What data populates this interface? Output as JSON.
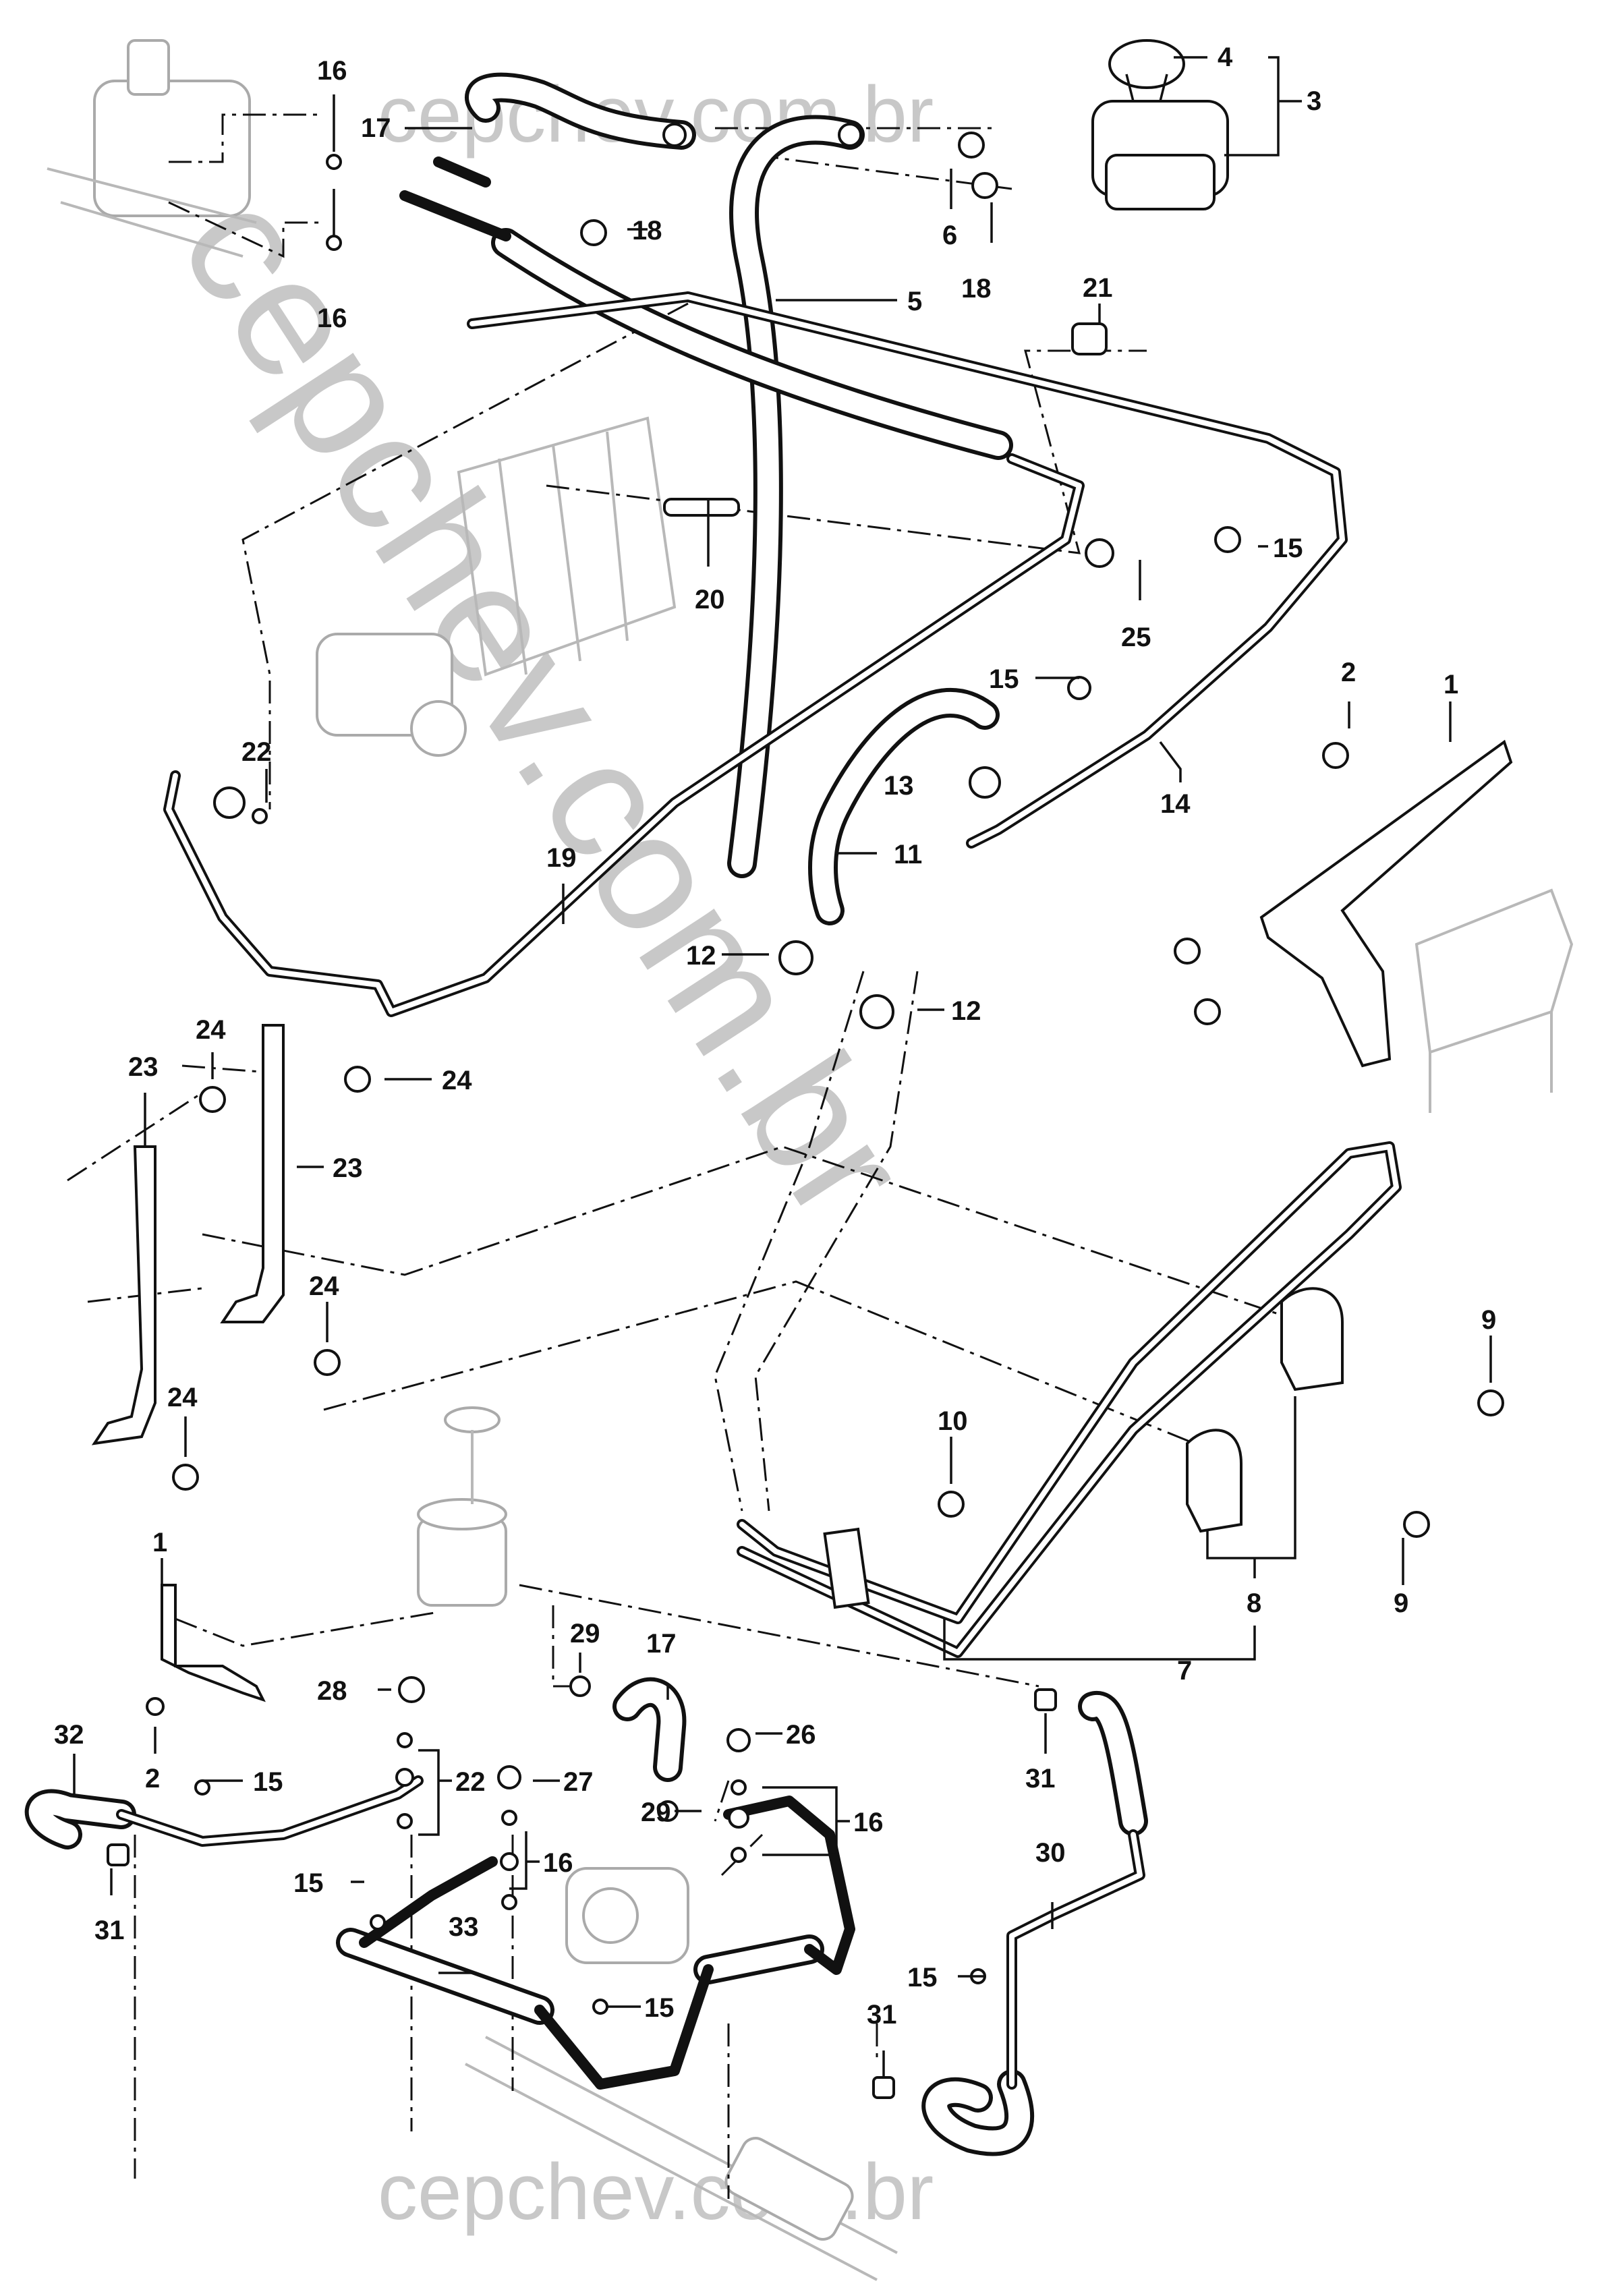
{
  "watermark": {
    "top": "cepchev.com.br",
    "bottom": "cepchev.com.br",
    "diagonal": "cepchev.com.br"
  },
  "callouts": [
    {
      "id": "c16a",
      "label": "16"
    },
    {
      "id": "c17a",
      "label": "17"
    },
    {
      "id": "c4",
      "label": "4"
    },
    {
      "id": "c3",
      "label": "3"
    },
    {
      "id": "c6",
      "label": "6"
    },
    {
      "id": "c18a",
      "label": "18"
    },
    {
      "id": "c18b",
      "label": "18"
    },
    {
      "id": "c16b",
      "label": "16"
    },
    {
      "id": "c5",
      "label": "5"
    },
    {
      "id": "c21",
      "label": "21"
    },
    {
      "id": "c20",
      "label": "20"
    },
    {
      "id": "c25",
      "label": "25"
    },
    {
      "id": "c15a",
      "label": "15"
    },
    {
      "id": "c15b",
      "label": "15"
    },
    {
      "id": "c2a",
      "label": "2"
    },
    {
      "id": "c1a",
      "label": "1"
    },
    {
      "id": "c22a",
      "label": "22"
    },
    {
      "id": "c13",
      "label": "13"
    },
    {
      "id": "c14",
      "label": "14"
    },
    {
      "id": "c11",
      "label": "11"
    },
    {
      "id": "c19",
      "label": "19"
    },
    {
      "id": "c12a",
      "label": "12"
    },
    {
      "id": "c12b",
      "label": "12"
    },
    {
      "id": "c24a",
      "label": "24"
    },
    {
      "id": "c23a",
      "label": "23"
    },
    {
      "id": "c24b",
      "label": "24"
    },
    {
      "id": "c23b",
      "label": "23"
    },
    {
      "id": "c24c",
      "label": "24"
    },
    {
      "id": "c24d",
      "label": "24"
    },
    {
      "id": "c9a",
      "label": "9"
    },
    {
      "id": "c10",
      "label": "10"
    },
    {
      "id": "c9b",
      "label": "9"
    },
    {
      "id": "c8",
      "label": "8"
    },
    {
      "id": "c7",
      "label": "7"
    },
    {
      "id": "c1b",
      "label": "1"
    },
    {
      "id": "c29a",
      "label": "29"
    },
    {
      "id": "c17b",
      "label": "17"
    },
    {
      "id": "c28",
      "label": "28"
    },
    {
      "id": "c32",
      "label": "32"
    },
    {
      "id": "c2b",
      "label": "2"
    },
    {
      "id": "c15c",
      "label": "15"
    },
    {
      "id": "c22b",
      "label": "22"
    },
    {
      "id": "c27",
      "label": "27"
    },
    {
      "id": "c26",
      "label": "26"
    },
    {
      "id": "c29b",
      "label": "29"
    },
    {
      "id": "c16c",
      "label": "16"
    },
    {
      "id": "c16d",
      "label": "16"
    },
    {
      "id": "c31a",
      "label": "31"
    },
    {
      "id": "c31b",
      "label": "31"
    },
    {
      "id": "c15d",
      "label": "15"
    },
    {
      "id": "c33",
      "label": "33"
    },
    {
      "id": "c15e",
      "label": "15"
    },
    {
      "id": "c30",
      "label": "30"
    },
    {
      "id": "c15f",
      "label": "15"
    },
    {
      "id": "c31c",
      "label": "31"
    }
  ]
}
